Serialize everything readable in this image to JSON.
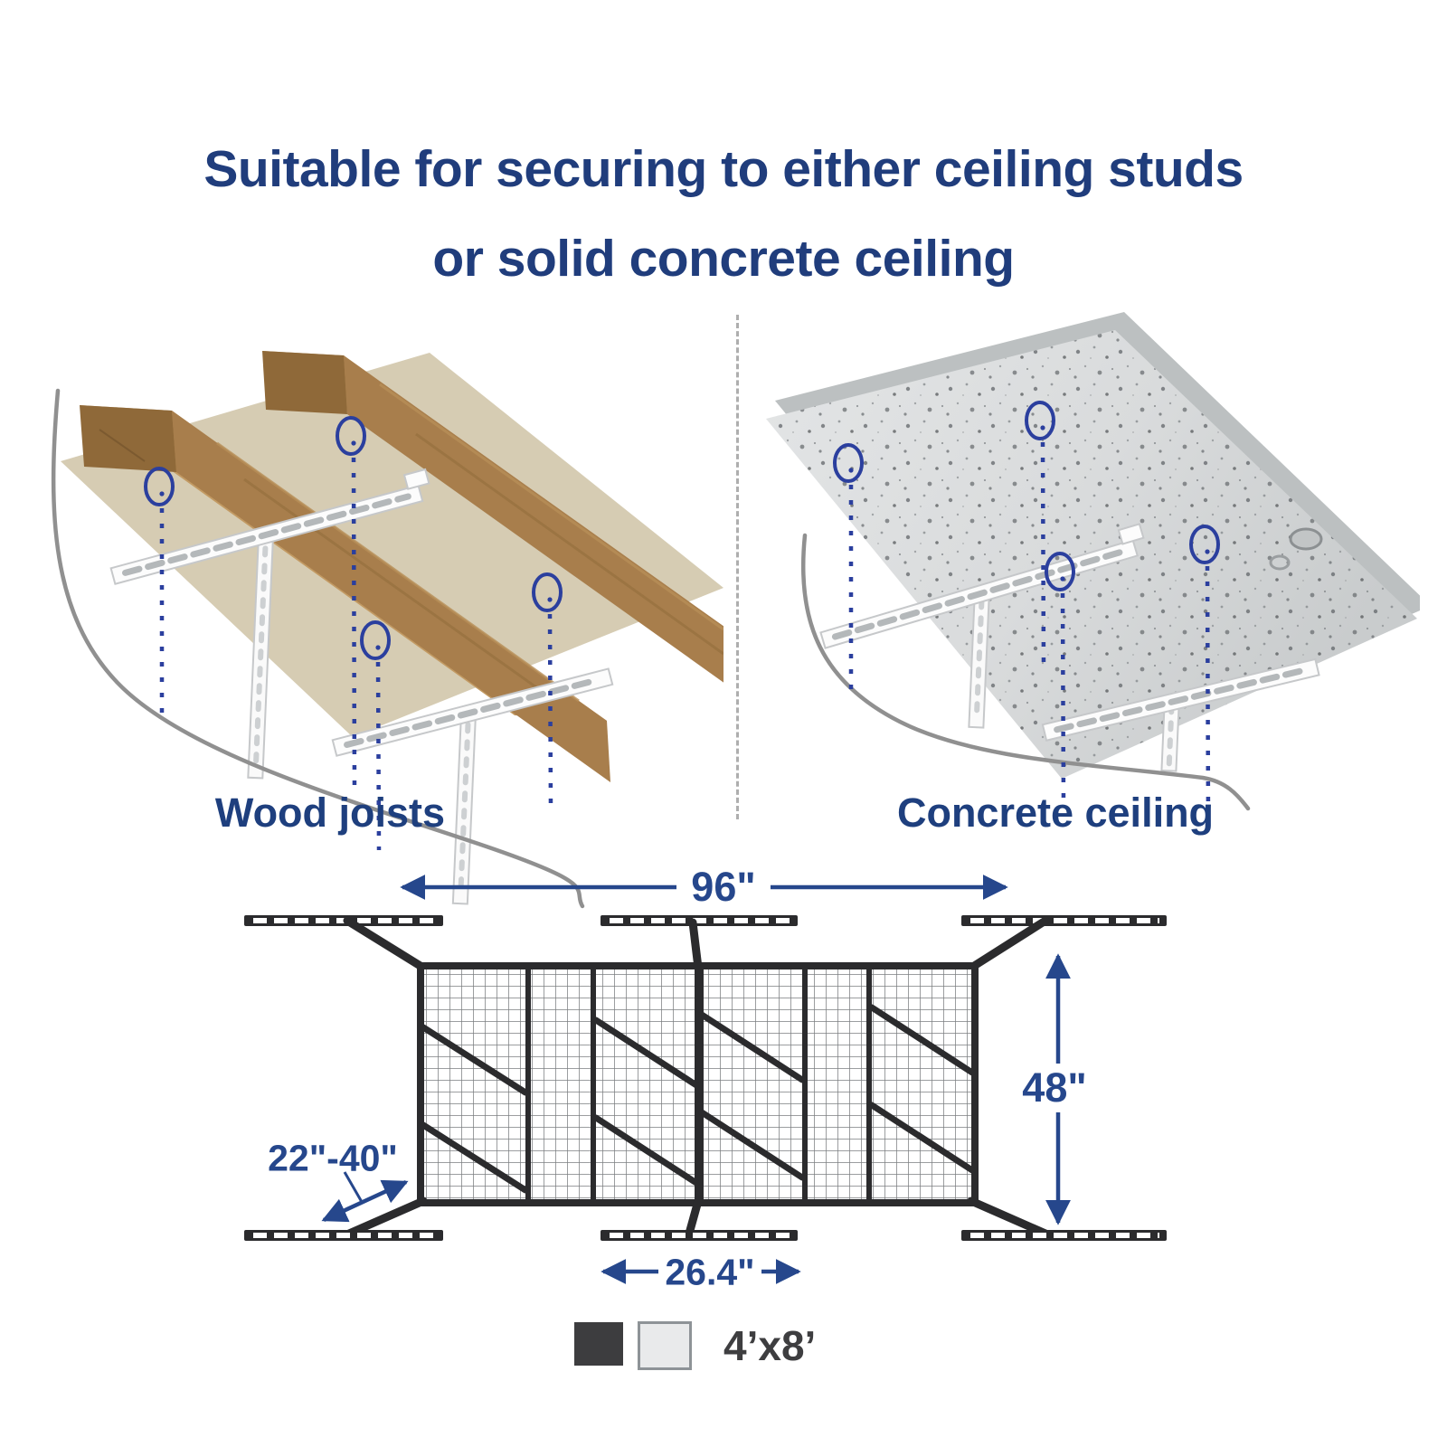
{
  "title": {
    "line1": "Suitable for securing to either ceiling studs",
    "line2": "or solid concrete ceiling"
  },
  "panels": {
    "left_label": "Wood joists",
    "right_label": "Concrete ceiling"
  },
  "dimensions": {
    "width_label": "96\"",
    "height_label": "48\"",
    "drop_label": "22\"-40\"",
    "spacing_label": "26.4\""
  },
  "legend": {
    "size_label": "4’x8’",
    "dark_swatch_color": "#3d3d3f",
    "light_swatch_color": "#e9eaeb"
  },
  "icons": {
    "screw_marker": "blue dotted ellipse with hanging dotted line",
    "dimension_arrow": "navy double-headed arrow"
  },
  "colors": {
    "title_navy": "#203d7c",
    "dimension_blue": "#26478c",
    "marker_blue": "#2b3f9e",
    "ceiling_beige": "#d6ccb3",
    "wood_brown": "#ab8150",
    "concrete_gray": "#d9dbdc",
    "rack_dark": "#2b2b2d"
  }
}
